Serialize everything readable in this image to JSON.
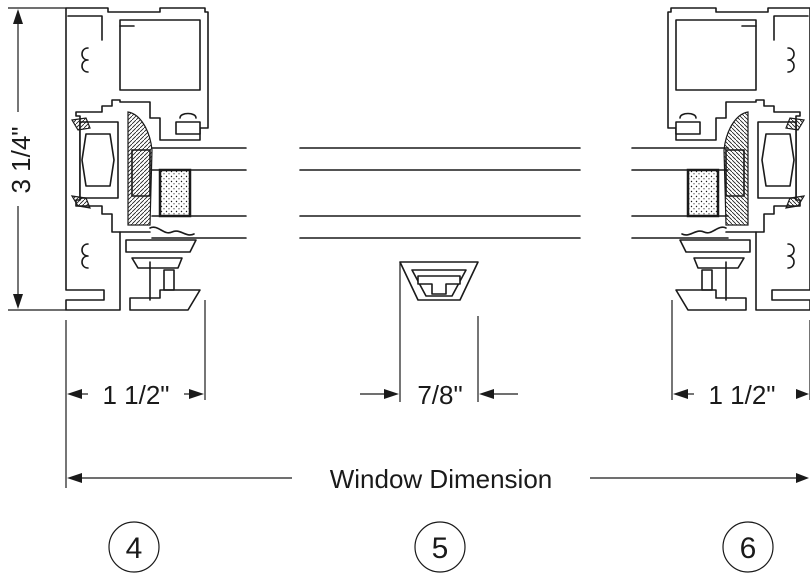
{
  "dimensions": {
    "height_label": "3 1/4\"",
    "left_width_label": "1 1/2\"",
    "center_width_label": "7/8\"",
    "right_width_label": "1 1/2\"",
    "overall_label": "Window Dimension"
  },
  "callouts": {
    "left": "4",
    "center": "5",
    "right": "6"
  },
  "colors": {
    "ink": "#1a1a1a",
    "background": "#ffffff"
  }
}
